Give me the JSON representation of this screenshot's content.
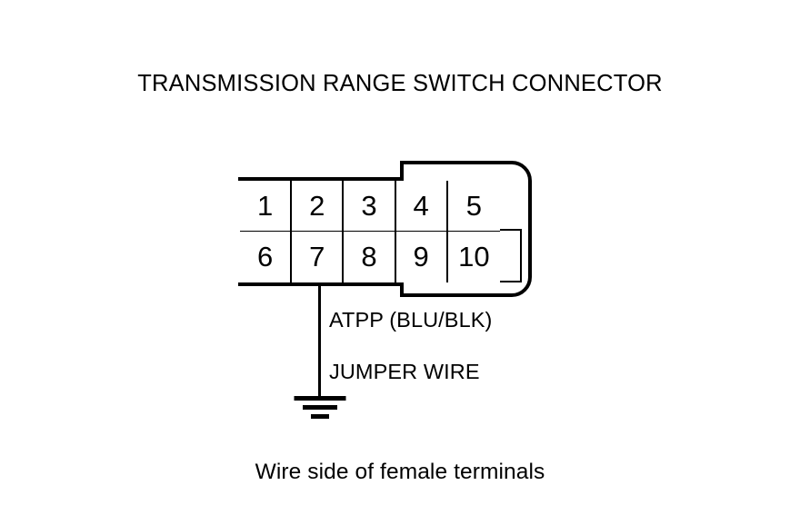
{
  "diagram": {
    "title": "TRANSMISSION RANGE SWITCH CONNECTOR",
    "caption": "Wire side of female terminals",
    "background_color": "#ffffff",
    "line_color": "#000000"
  },
  "connector": {
    "terminal_rows": [
      {
        "row": "top",
        "terminals": [
          "1",
          "2",
          "3",
          "4",
          "5"
        ]
      },
      {
        "row": "bottom",
        "terminals": [
          "6",
          "7",
          "8",
          "9",
          "10"
        ]
      }
    ]
  },
  "wiring": {
    "source_terminal": "7",
    "labels": [
      {
        "id": "circuit",
        "text": "ATPP (BLU/BLK)"
      },
      {
        "id": "jumper",
        "text": "JUMPER WIRE"
      }
    ],
    "ground_symbol": "earth-ground"
  }
}
